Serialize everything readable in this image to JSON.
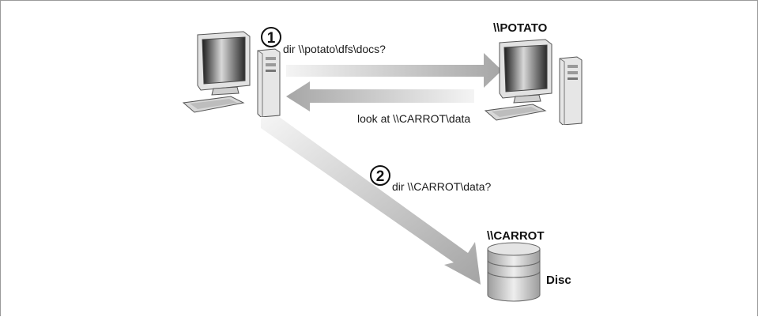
{
  "nodes": {
    "server_potato": {
      "name": "\\\\POTATO"
    },
    "server_carrot": {
      "name": "\\\\CARROT",
      "storage_label": "Disc"
    }
  },
  "steps": [
    {
      "number": "1",
      "text": "dir \\\\potato\\dfs\\docs?"
    },
    {
      "number": "2",
      "text": "dir \\\\CARROT\\data?"
    }
  ],
  "referral": {
    "text": "look at \\\\CARROT\\data"
  },
  "colors": {
    "arrow": "#a8a8a8",
    "arrow_light": "#f2f2f2",
    "monitor": "#d9d9d9",
    "screen": "#333333",
    "disc": "#bdbdbd"
  }
}
